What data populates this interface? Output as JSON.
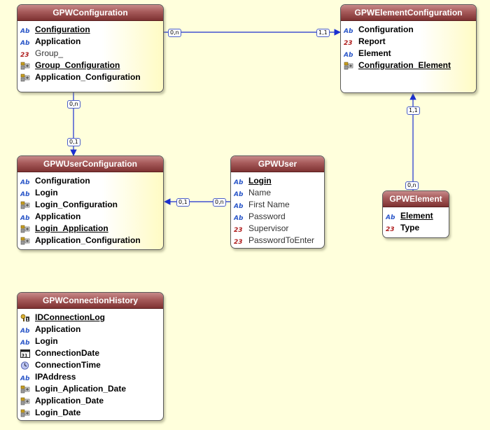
{
  "entities": {
    "gpw_configuration": {
      "title": "GPWConfiguration",
      "fields": [
        {
          "label": "Configuration",
          "icon": "ab-text-icon",
          "bold": true,
          "underline": true
        },
        {
          "label": "Application",
          "icon": "ab-text-icon",
          "bold": true,
          "underline": false
        },
        {
          "label": "Group_",
          "icon": "numeric-icon",
          "bold": false,
          "underline": false
        },
        {
          "label": "Group_Configuration",
          "icon": "composite-key-icon",
          "bold": true,
          "underline": true
        },
        {
          "label": "Application_Configuration",
          "icon": "composite-key-icon",
          "bold": true,
          "underline": false
        }
      ]
    },
    "gpw_element_configuration": {
      "title": "GPWElementConfiguration",
      "fields": [
        {
          "label": "Configuration",
          "icon": "ab-text-icon",
          "bold": true,
          "underline": false
        },
        {
          "label": "Report",
          "icon": "numeric-icon",
          "bold": true,
          "underline": false
        },
        {
          "label": "Element",
          "icon": "ab-text-icon",
          "bold": true,
          "underline": false
        },
        {
          "label": "Configuration_Element",
          "icon": "composite-key-icon",
          "bold": true,
          "underline": true
        }
      ]
    },
    "gpw_user_configuration": {
      "title": "GPWUserConfiguration",
      "fields": [
        {
          "label": "Configuration",
          "icon": "ab-text-icon",
          "bold": true,
          "underline": false
        },
        {
          "label": "Login",
          "icon": "ab-text-icon",
          "bold": true,
          "underline": false
        },
        {
          "label": "Login_Configuration",
          "icon": "composite-key-icon",
          "bold": true,
          "underline": false
        },
        {
          "label": "Application",
          "icon": "ab-text-icon",
          "bold": true,
          "underline": false
        },
        {
          "label": "Login_Application",
          "icon": "composite-key-icon",
          "bold": true,
          "underline": true
        },
        {
          "label": "Application_Configuration",
          "icon": "composite-key-icon",
          "bold": true,
          "underline": false
        }
      ]
    },
    "gpw_user": {
      "title": "GPWUser",
      "fields": [
        {
          "label": "Login",
          "icon": "ab-text-icon",
          "bold": true,
          "underline": true
        },
        {
          "label": "Name",
          "icon": "ab-text-icon",
          "bold": false,
          "underline": false
        },
        {
          "label": "First Name",
          "icon": "ab-text-icon",
          "bold": false,
          "underline": false
        },
        {
          "label": "Password",
          "icon": "ab-text-icon",
          "bold": false,
          "underline": false
        },
        {
          "label": "Supervisor",
          "icon": "numeric-icon",
          "bold": false,
          "underline": false
        },
        {
          "label": "PasswordToEnter",
          "icon": "numeric-icon",
          "bold": false,
          "underline": false
        }
      ]
    },
    "gpw_element": {
      "title": "GPWElement",
      "fields": [
        {
          "label": "Element",
          "icon": "ab-text-icon",
          "bold": true,
          "underline": true
        },
        {
          "label": "Type",
          "icon": "numeric-icon",
          "bold": true,
          "underline": false
        }
      ]
    },
    "gpw_connection_history": {
      "title": "GPWConnectionHistory",
      "fields": [
        {
          "label": "IDConnectionLog",
          "icon": "auto-id-key-icon",
          "bold": true,
          "underline": true
        },
        {
          "label": "Application",
          "icon": "ab-text-icon",
          "bold": true,
          "underline": false
        },
        {
          "label": "Login",
          "icon": "ab-text-icon",
          "bold": true,
          "underline": false
        },
        {
          "label": "ConnectionDate",
          "icon": "date-icon",
          "bold": true,
          "underline": false
        },
        {
          "label": "ConnectionTime",
          "icon": "time-icon",
          "bold": true,
          "underline": false
        },
        {
          "label": "IPAddress",
          "icon": "ab-text-icon",
          "bold": true,
          "underline": false
        },
        {
          "label": "Login_Aplication_Date",
          "icon": "composite-key-icon",
          "bold": true,
          "underline": false
        },
        {
          "label": "Application_Date",
          "icon": "composite-key-icon",
          "bold": true,
          "underline": false
        },
        {
          "label": "Login_Date",
          "icon": "composite-key-icon",
          "bold": true,
          "underline": false
        }
      ]
    }
  },
  "links": [
    {
      "from": "gpw_configuration",
      "to": "gpw_element_configuration",
      "from_card": "0,n",
      "to_card": "1,1"
    },
    {
      "from": "gpw_configuration",
      "to": "gpw_user_configuration",
      "from_card": "0,n",
      "to_card": "0,1"
    },
    {
      "from": "gpw_user",
      "to": "gpw_user_configuration",
      "from_card": "0,n",
      "to_card": "0,1"
    },
    {
      "from": "gpw_element",
      "to": "gpw_element_configuration",
      "from_card": "0,n",
      "to_card": "1,1"
    }
  ],
  "colors": {
    "background": "#ffffdc",
    "header": "#a65a5a",
    "link": "#1a2fd0",
    "icon_text": "#2a56c8",
    "icon_numeric": "#b02020"
  }
}
